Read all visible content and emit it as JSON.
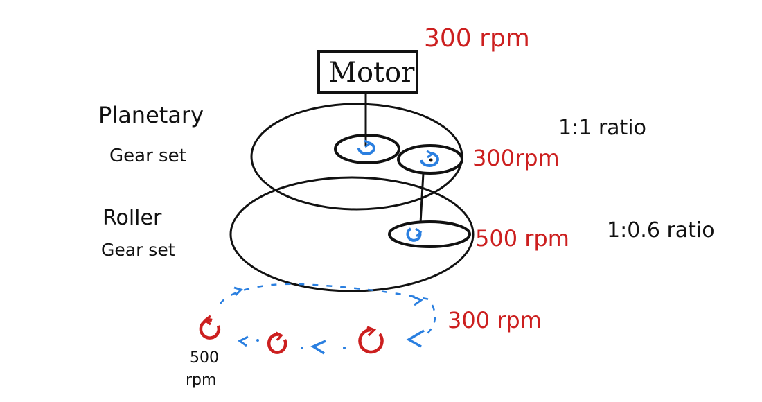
{
  "colors": {
    "ink": "#111111",
    "red": "#cc1f1f",
    "blue": "#2a7fe0"
  },
  "diagram": {
    "motor_label": "Motor",
    "motor_speed": "300 rpm",
    "planetary_line1": "Planetary",
    "planetary_line2": "Gear set",
    "planetary_ratio": "1:1 ratio",
    "planetary_output_speed": "300rpm",
    "roller_line1": "Roller",
    "roller_line2": "Gear set",
    "roller_output_speed": "500 rpm",
    "roller_ratio": "1:0.6 ratio",
    "chain_input_speed": "300 rpm",
    "chain_end_speed_line1": "500",
    "chain_end_speed_line2": "rpm"
  }
}
